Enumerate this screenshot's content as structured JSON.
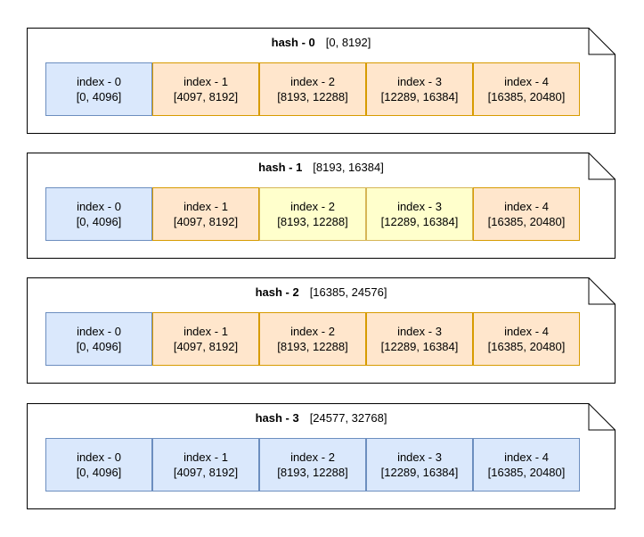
{
  "colors": {
    "blue": {
      "fill": "#dae8fc",
      "stroke": "#6c8ebf"
    },
    "orange": {
      "fill": "#ffe6cc",
      "stroke": "#d79b00"
    },
    "yellow": {
      "fill": "#ffffcc",
      "stroke": "#d6b656"
    }
  },
  "panels": [
    {
      "name": "hash - 0",
      "range": "[0, 8192]",
      "cells": [
        {
          "label": "index - 0",
          "range": "[0, 4096]",
          "color": "blue"
        },
        {
          "label": "index - 1",
          "range": "[4097, 8192]",
          "color": "orange"
        },
        {
          "label": "index - 2",
          "range": "[8193, 12288]",
          "color": "orange"
        },
        {
          "label": "index - 3",
          "range": "[12289, 16384]",
          "color": "orange"
        },
        {
          "label": "index - 4",
          "range": "[16385, 20480]",
          "color": "orange"
        }
      ]
    },
    {
      "name": "hash - 1",
      "range": "[8193, 16384]",
      "cells": [
        {
          "label": "index - 0",
          "range": "[0, 4096]",
          "color": "blue"
        },
        {
          "label": "index - 1",
          "range": "[4097, 8192]",
          "color": "orange"
        },
        {
          "label": "index - 2",
          "range": "[8193, 12288]",
          "color": "yellow"
        },
        {
          "label": "index - 3",
          "range": "[12289, 16384]",
          "color": "yellow"
        },
        {
          "label": "index - 4",
          "range": "[16385, 20480]",
          "color": "orange"
        }
      ]
    },
    {
      "name": "hash - 2",
      "range": "[16385, 24576]",
      "cells": [
        {
          "label": "index - 0",
          "range": "[0, 4096]",
          "color": "blue"
        },
        {
          "label": "index - 1",
          "range": "[4097, 8192]",
          "color": "orange"
        },
        {
          "label": "index - 2",
          "range": "[8193, 12288]",
          "color": "orange"
        },
        {
          "label": "index - 3",
          "range": "[12289, 16384]",
          "color": "orange"
        },
        {
          "label": "index - 4",
          "range": "[16385, 20480]",
          "color": "orange"
        }
      ]
    },
    {
      "name": "hash - 3",
      "range": "[24577, 32768]",
      "cells": [
        {
          "label": "index - 0",
          "range": "[0, 4096]",
          "color": "blue"
        },
        {
          "label": "index - 1",
          "range": "[4097, 8192]",
          "color": "blue"
        },
        {
          "label": "index - 2",
          "range": "[8193, 12288]",
          "color": "blue"
        },
        {
          "label": "index - 3",
          "range": "[12289, 16384]",
          "color": "blue"
        },
        {
          "label": "index - 4",
          "range": "[16385, 20480]",
          "color": "blue"
        }
      ]
    }
  ]
}
